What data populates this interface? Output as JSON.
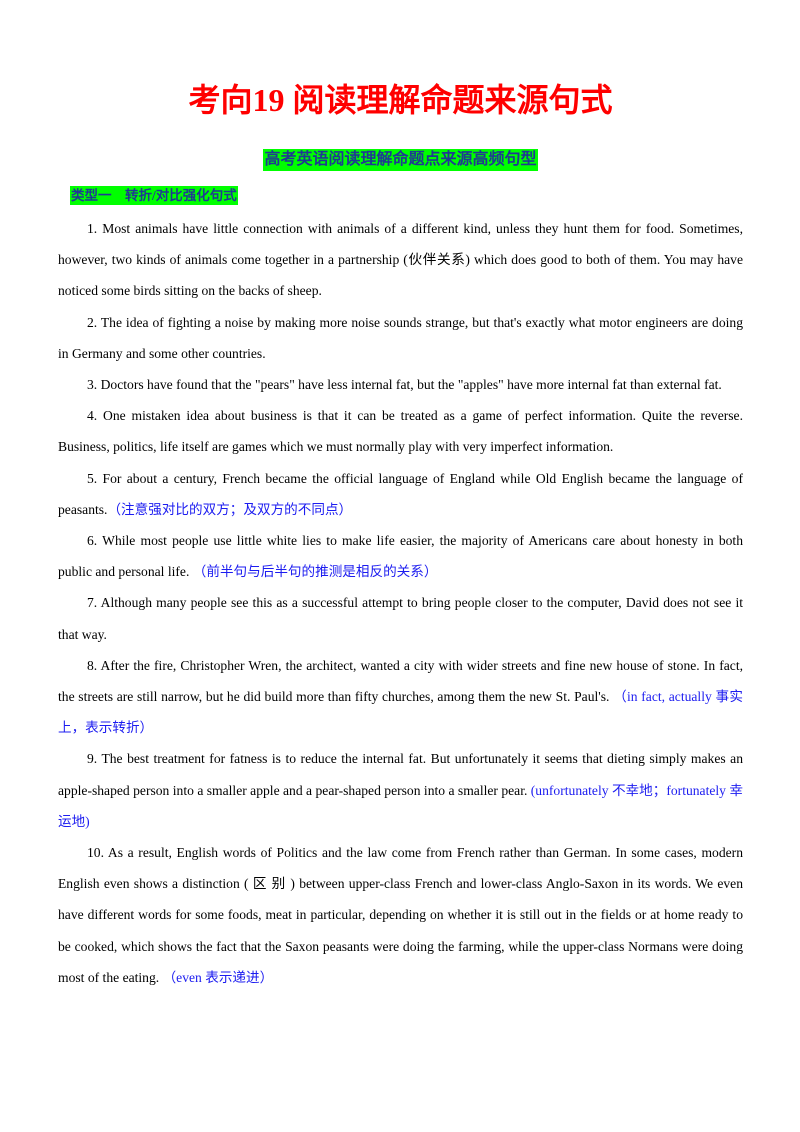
{
  "title": "考向19  阅读理解命题来源句式",
  "subtitle": "高考英语阅读理解命题点来源高频句型",
  "section_label": "类型一　转折/对比强化句式",
  "items": [
    {
      "text": "1. Most animals have little connection with animals of a different kind, unless they hunt them for food. Sometimes, however, two kinds of animals come together in a partnership (伙伴关系) which does good to both of them. You may have noticed some birds sitting on the backs of sheep.",
      "note": ""
    },
    {
      "text": "2. The idea of fighting a noise by making more noise sounds strange, but that's exactly what motor engineers are doing in Germany and some other countries.",
      "note": ""
    },
    {
      "text": "3. Doctors have found that the \"pears\" have less internal fat, but the \"apples\" have more internal fat than external fat.",
      "note": ""
    },
    {
      "text": "4. One mistaken idea about business is that it can be treated as a game of perfect information. Quite the reverse. Business, politics, life itself are games which we must normally play with very imperfect information.",
      "note": ""
    },
    {
      "text": "5. For about a century, French became the official language of England while Old English became the language of peasants.",
      "note": "（注意强对比的双方；及双方的不同点）"
    },
    {
      "text": "6. While most people use little white lies to make life easier, the majority of Americans care about honesty in both public and personal life. ",
      "note": "（前半句与后半句的推测是相反的关系）"
    },
    {
      "text": "7. Although many people see this as a successful attempt to bring people closer to the computer, David does not see it that way.",
      "note": ""
    },
    {
      "text": "8. After the fire, Christopher Wren, the architect, wanted a city with wider streets and fine new house of stone.  In fact, the streets are still narrow, but he did build more than fifty churches, among them the new St. Paul's. ",
      "note": "（in fact, actually  事实上，表示转折）"
    },
    {
      "text": "9. The best treatment for fatness is to reduce the internal fat.  But unfortunately it seems that dieting simply makes an apple-shaped person into a smaller apple and a pear-shaped person into a smaller pear. ",
      "note": "(unfortunately  不幸地；fortunately  幸运地)"
    },
    {
      "text": "10. As a result, English words of Politics and the law come from French rather than German. In some cases, modern English even shows a distinction ( 区 别 ) between upper-class French and lower-class Anglo-Saxon in its words. We even have different words for some foods, meat in particular, depending on whether it is still out in the fields or at home ready to be cooked, which shows the fact that the Saxon peasants were doing the farming, while the upper-class Normans were doing most of the eating. ",
      "note": "（even  表示递进）"
    }
  ]
}
